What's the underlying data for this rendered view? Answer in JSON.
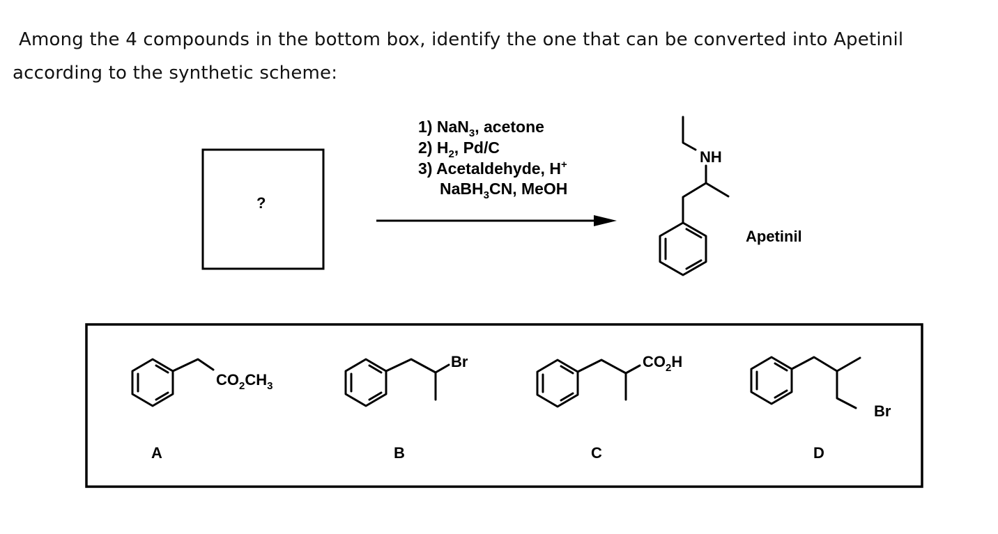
{
  "question": {
    "line1": "Among  the 4 compounds in the bottom box, identify the one that can be converted into Apetinil",
    "line2": "according to the synthetic scheme:"
  },
  "scheme": {
    "unknown_label": "?",
    "reagents": [
      "1) NaN",
      "3",
      ", acetone",
      "2) H",
      "2",
      ", Pd/C",
      "3) Acetaldehyde, H",
      "+",
      "NaBH",
      "3",
      "CN, MeOH"
    ],
    "product_name": "Apetinil",
    "product_nh": "NH"
  },
  "choices": [
    {
      "letter": "A",
      "group": "CO",
      "sub": "2",
      "group2": "CH",
      "sub2": "3"
    },
    {
      "letter": "B",
      "group": "Br"
    },
    {
      "letter": "C",
      "group": "CO",
      "sub": "2",
      "group2": "H"
    },
    {
      "letter": "D",
      "group": "Br"
    }
  ]
}
